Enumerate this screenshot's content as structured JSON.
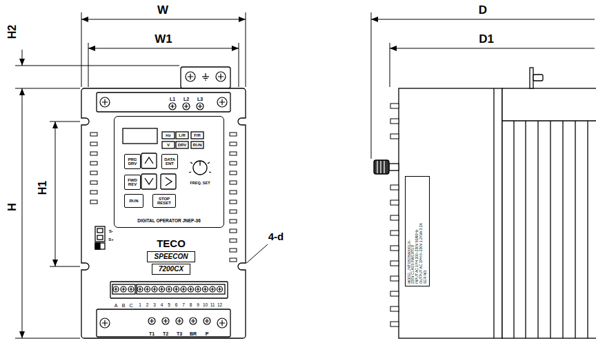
{
  "diagram": {
    "nodes": [
      {
        "text": [
          "DIGITAL OPERATOR JNEP-36"
        ]
      },
      {
        "text": [
          "PRG DRV"
        ],
        "in": 0
      },
      {
        "text": [
          "DATA ENT"
        ],
        "in": 0
      },
      {
        "text": [
          "FWD REV"
        ],
        "in": 0
      },
      {
        "text": [
          "RUN"
        ],
        "in": 0
      },
      {
        "text": [
          "STOP RESET"
        ],
        "in": 0
      },
      {
        "text": [
          "SPEECON"
        ]
      },
      {
        "text": [
          "7200CX"
        ]
      },
      {
        "text": [
          "MODEL JNTSBDBA0001JK-",
          "220V CLASS INVERTER",
          "INPUT AC 1PH 200~230V 50/60Hz",
          "OUTPUT AC 3PH 0~230V 1.2KVA 3.2A",
          "SER.NO"
        ]
      }
    ],
    "labels": [
      "W",
      "W1",
      "H2",
      "H",
      "H1",
      "4-d",
      "D",
      "D1",
      "L1",
      "L2",
      "L3",
      "Hz",
      "L/R",
      "F/R",
      "V",
      "DRV",
      "RUN",
      "FREQ. SET",
      "S-",
      "S+",
      "TECO",
      "A",
      "B",
      "C",
      "1",
      "2",
      "3",
      "4",
      "5",
      "6",
      "7",
      "8",
      "9",
      "10",
      "11",
      "12",
      "T1",
      "T2",
      "T3",
      "BR",
      "P"
    ]
  }
}
